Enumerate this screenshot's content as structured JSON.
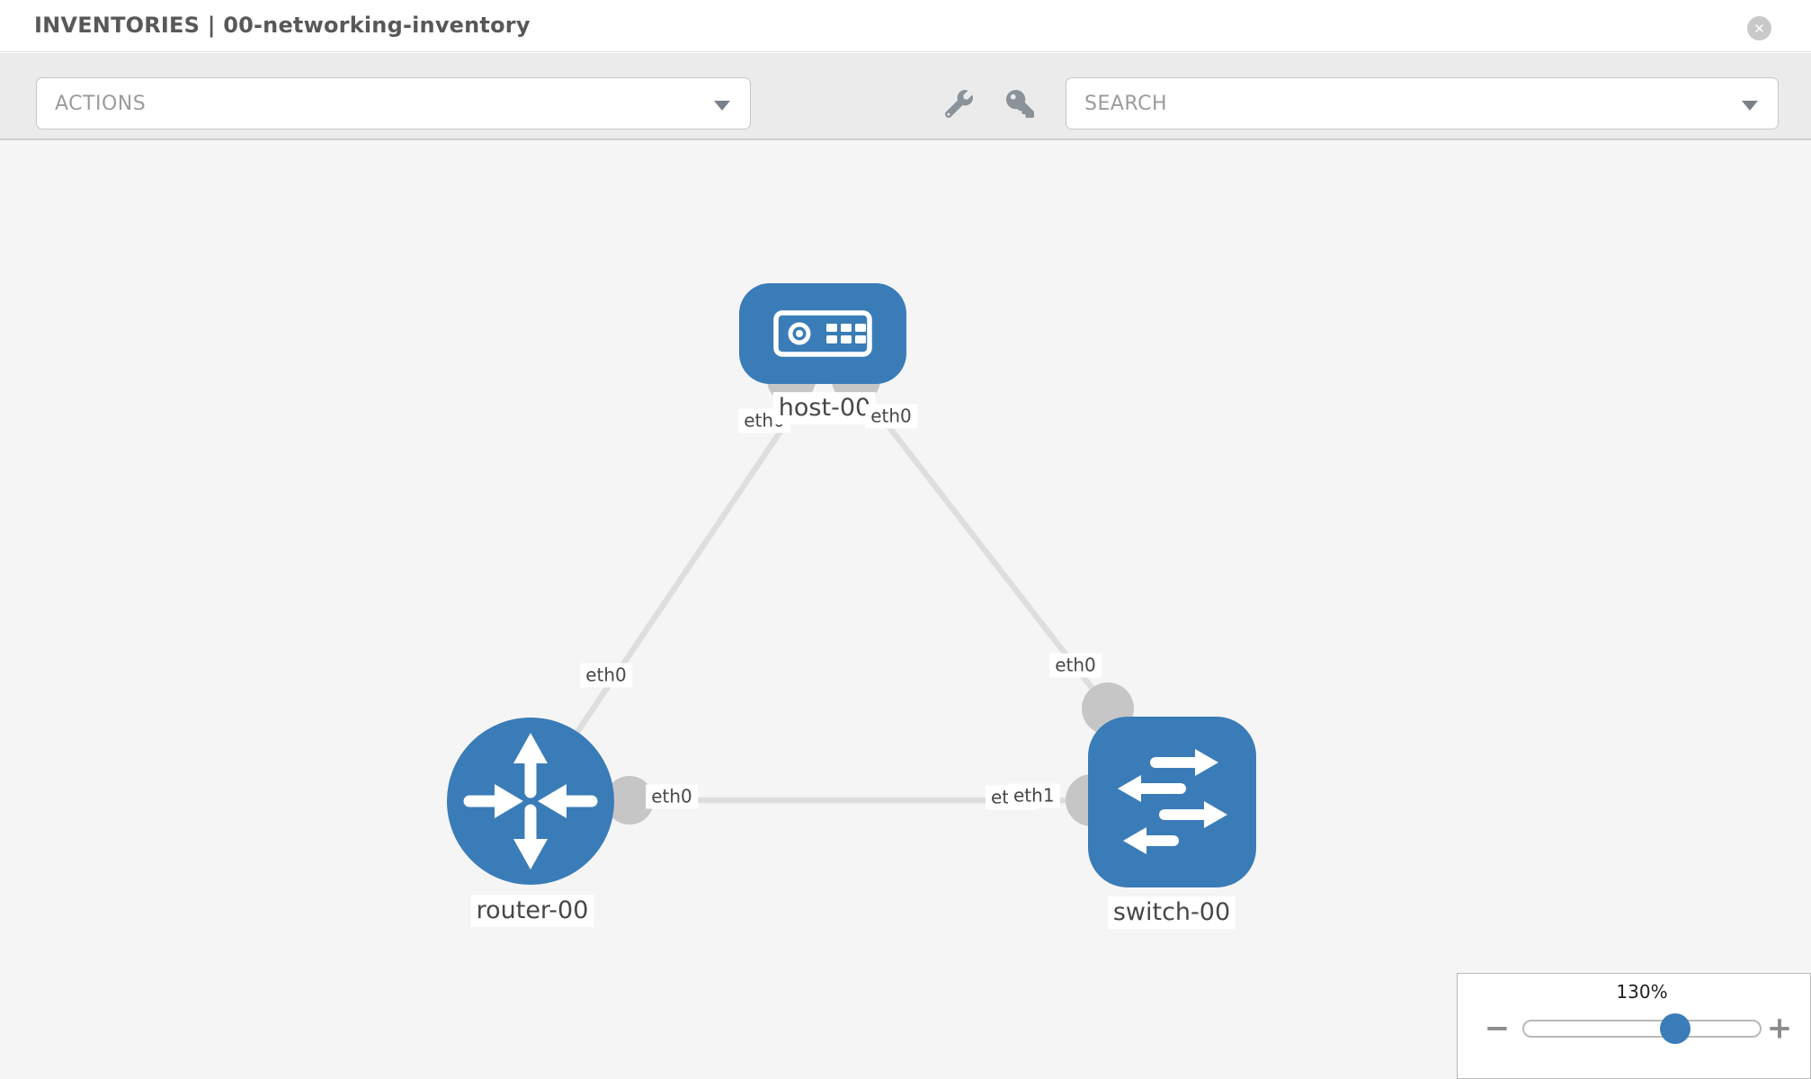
{
  "header": {
    "title": "INVENTORIES | 00-networking-inventory",
    "close_glyph": "✕"
  },
  "toolbar": {
    "actions_label": "ACTIONS",
    "search_placeholder": "SEARCH"
  },
  "topology": {
    "nodes": [
      {
        "label": "host-00",
        "type": "host"
      },
      {
        "label": "router-00",
        "type": "router"
      },
      {
        "label": "switch-00",
        "type": "switch"
      }
    ],
    "links": [
      {
        "from": "host-00",
        "to": "router-00",
        "from_if": "eth0",
        "to_if": "eth0"
      },
      {
        "from": "host-00",
        "to": "switch-00",
        "from_if": "eth0",
        "to_if": "eth0"
      },
      {
        "from": "router-00",
        "to": "switch-00",
        "from_if": "eth0",
        "to_if": "eth1"
      }
    ],
    "if_labels": {
      "host_left": "eth0",
      "host_right": "eth0",
      "router_top": "eth0",
      "switch_top": "eth0",
      "mid_left": "eth0",
      "mid_right_back": "eth0",
      "mid_right_front": "eth1"
    }
  },
  "zoom": {
    "level": "130%",
    "minus_glyph": "−",
    "plus_glyph": "+"
  },
  "colors": {
    "node_blue": "#3a7cb8",
    "edge": "#dedede",
    "endpoint": "#c6c6c6",
    "icon_gray": "#8b9299"
  }
}
